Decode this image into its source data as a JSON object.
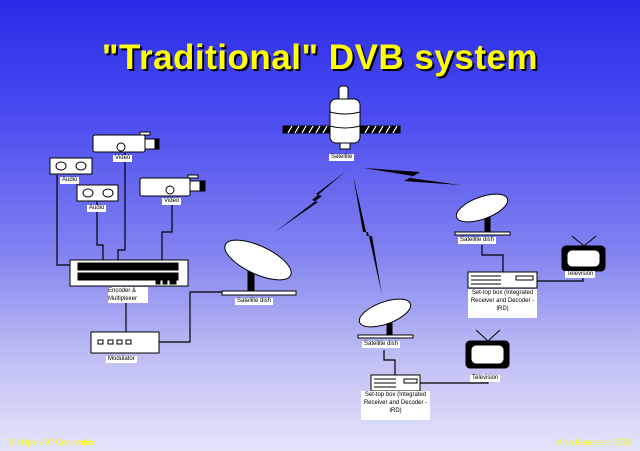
{
  "title": "\"Traditional\" DVB system",
  "labels": {
    "satellite": "Satellite",
    "video": "Video",
    "audio": "Audio",
    "encoder": "Encoder & Multiplexer",
    "modulator": "Modulator",
    "satellite_dish": "Satellite dish",
    "television": "Television",
    "set_top_box": "Set-top box (Integrated Receiver and Decoder - IRD)"
  },
  "footer": {
    "left": "EurOpen '97 Convention",
    "right": "Alan Kuresevic, SES"
  },
  "colors": {
    "title": "#ffff00",
    "bg_top": "#2a2ae8",
    "bg_bottom": "#e4e4fa"
  }
}
